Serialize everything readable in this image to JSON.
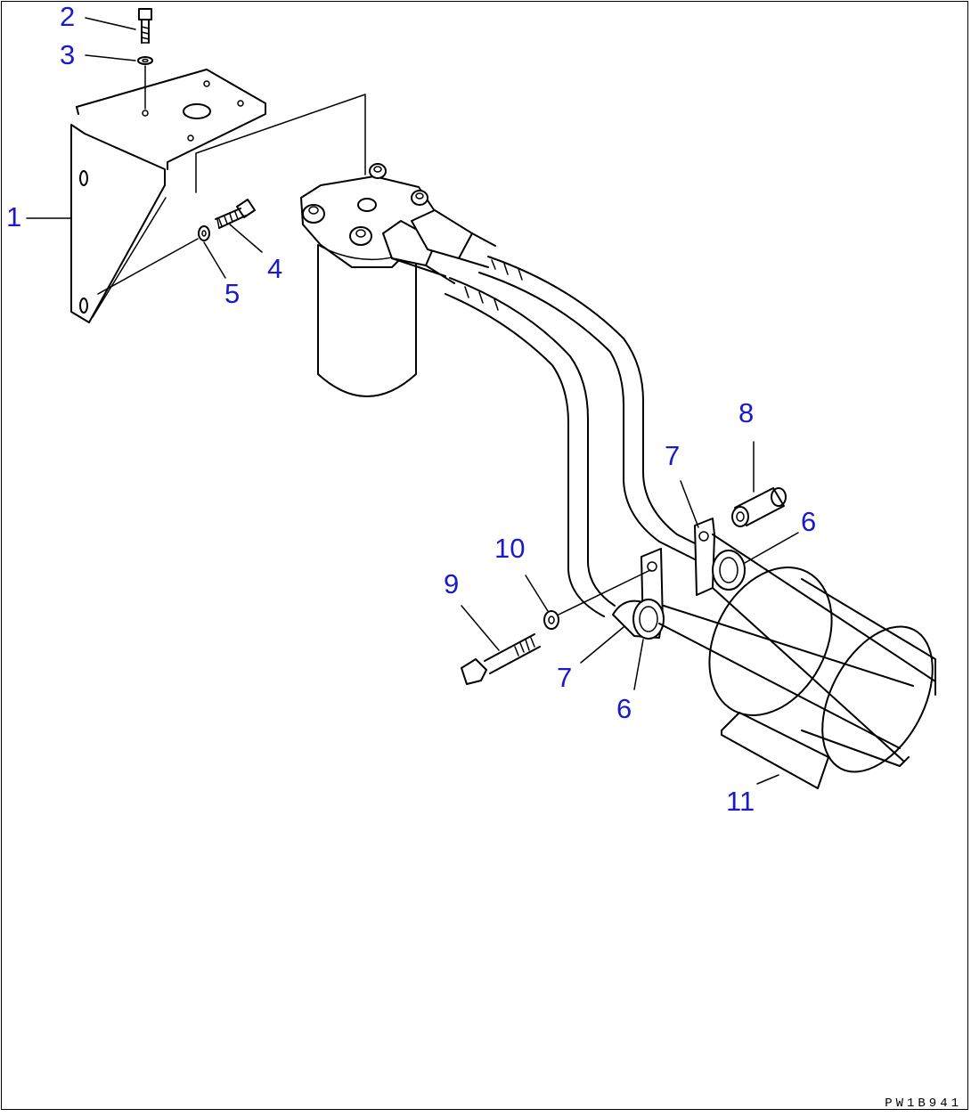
{
  "colors": {
    "callout_text": "#1a1acc",
    "line": "#000000",
    "background": "#ffffff"
  },
  "callouts": [
    {
      "id": "c2",
      "text": "2"
    },
    {
      "id": "c3",
      "text": "3"
    },
    {
      "id": "c1",
      "text": "1"
    },
    {
      "id": "c4",
      "text": "4"
    },
    {
      "id": "c5",
      "text": "5"
    },
    {
      "id": "c8",
      "text": "8"
    },
    {
      "id": "c7a",
      "text": "7"
    },
    {
      "id": "c6a",
      "text": "6"
    },
    {
      "id": "c10",
      "text": "10"
    },
    {
      "id": "c9",
      "text": "9"
    },
    {
      "id": "c7b",
      "text": "7"
    },
    {
      "id": "c6b",
      "text": "6"
    },
    {
      "id": "c11",
      "text": "11"
    }
  ],
  "drawing_code": "PW1B941"
}
